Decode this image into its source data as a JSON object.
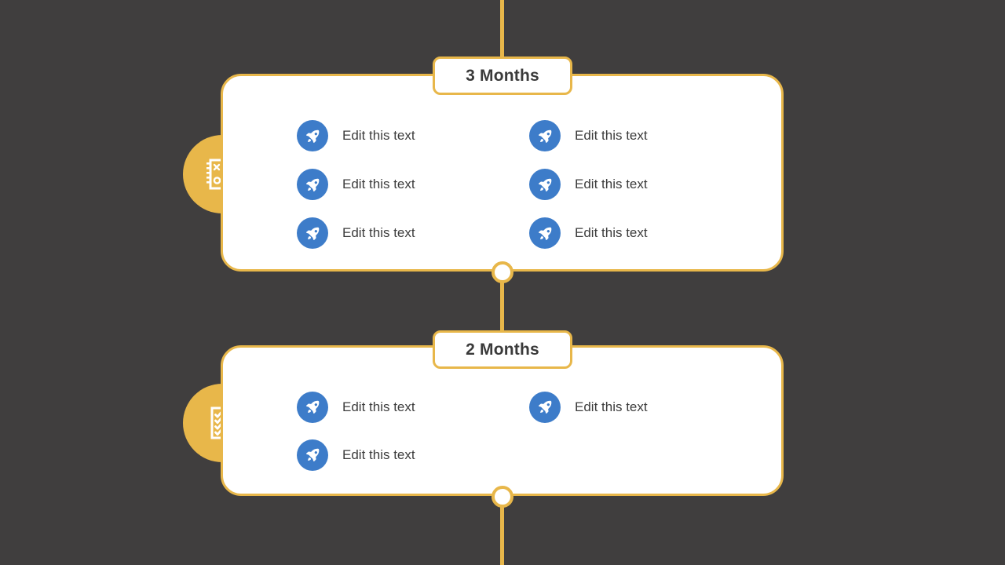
{
  "theme": {
    "background": "#403E3E",
    "accent_gold": "#E8B74A",
    "bullet_blue": "#3D7CC9",
    "card_background": "#FFFFFF",
    "text_dark": "#3C3C3C"
  },
  "timeline": {
    "stages": [
      {
        "label": "3 Months",
        "badge_icon": "strategy-playbook-icon",
        "bullets": [
          {
            "icon": "rocket-icon",
            "text": "Edit this text"
          },
          {
            "icon": "rocket-icon",
            "text": "Edit this text"
          },
          {
            "icon": "rocket-icon",
            "text": "Edit this text"
          },
          {
            "icon": "rocket-icon",
            "text": "Edit this text"
          },
          {
            "icon": "rocket-icon",
            "text": "Edit this text"
          },
          {
            "icon": "rocket-icon",
            "text": "Edit this text"
          }
        ]
      },
      {
        "label": "2 Months",
        "badge_icon": "checklist-icon",
        "bullets": [
          {
            "icon": "rocket-icon",
            "text": "Edit this text"
          },
          {
            "icon": "rocket-icon",
            "text": "Edit this text"
          },
          {
            "icon": "rocket-icon",
            "text": "Edit this text"
          }
        ]
      }
    ]
  }
}
